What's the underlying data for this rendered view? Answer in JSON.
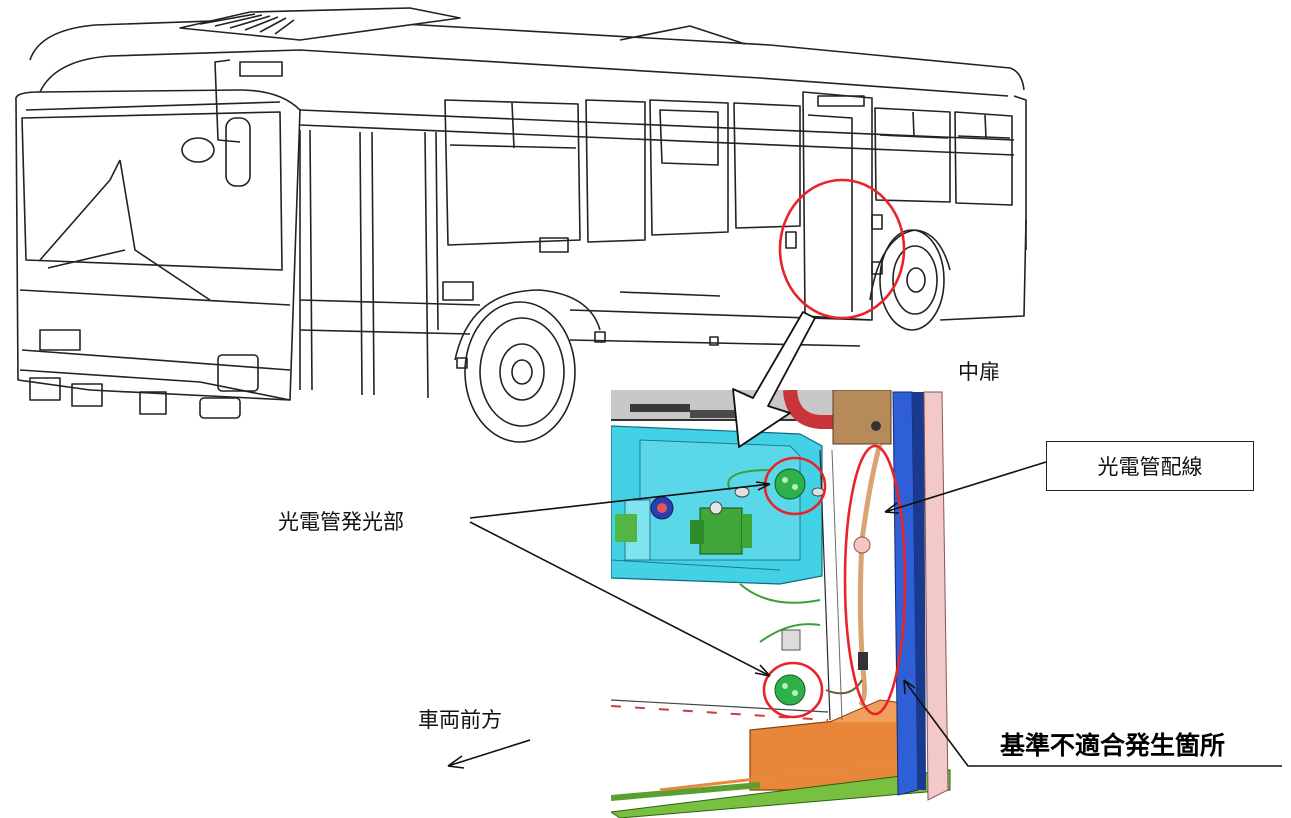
{
  "labels": {
    "door": "中扉",
    "wiring": "光電管配線",
    "emitter": "光電管発光部",
    "vehicle_front": "車両前方",
    "nonconformity": "基準不適合発生箇所"
  },
  "colors": {
    "callout_red": "#e8232a",
    "housing_cyan": "#3fd0e4",
    "bracket_orange": "#e98a3a",
    "floor_green": "#7fc242",
    "pillar_blue": "#2f5fd6",
    "panel_pink": "#f3c8c8",
    "wire_tan": "#d8a472",
    "line_art": "#222222"
  }
}
